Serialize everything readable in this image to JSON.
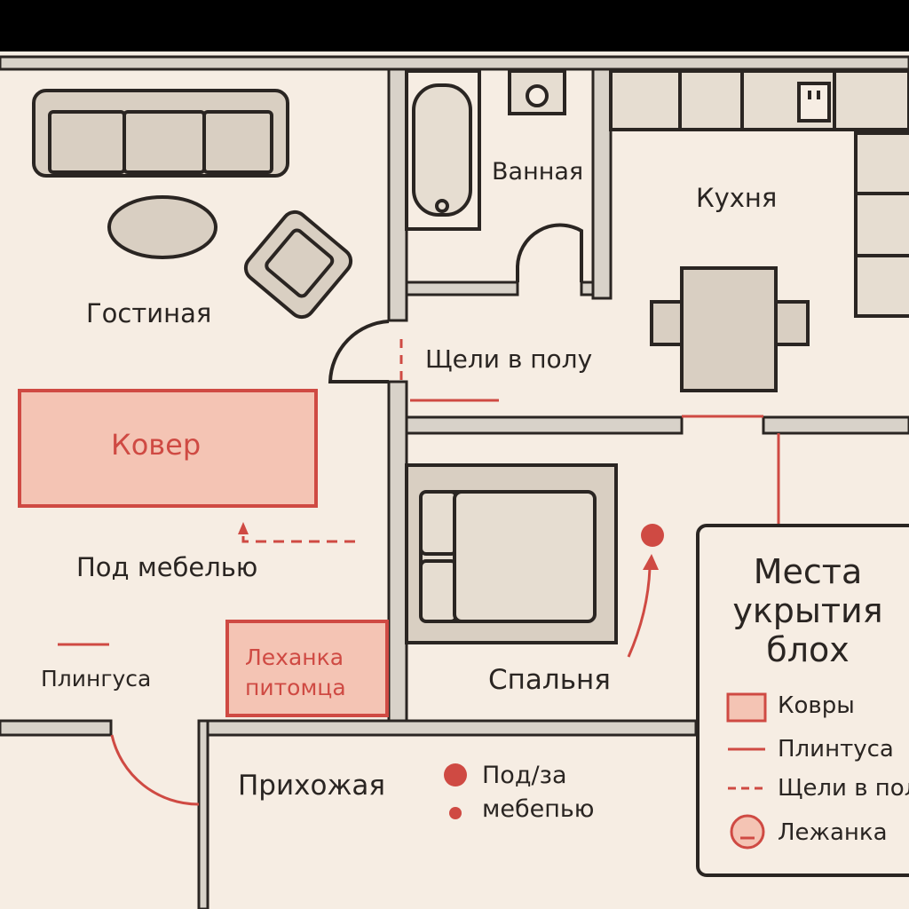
{
  "rooms": {
    "living": "Гостиная",
    "bathroom": "Ванная",
    "kitchen": "Кухня",
    "bedroom": "Спальня",
    "hallway": "Прихожая"
  },
  "annotations": {
    "rug": "Ковер",
    "under_furniture": "Под мебелью",
    "baseboards": "Плингуса",
    "pet_bed_line1": "Леханка",
    "pet_bed_line2": "питомца",
    "floor_gaps": "Щели в полу",
    "under_behind_line1": "Под/за",
    "under_behind_line2": "мебепью"
  },
  "legend": {
    "title_line1": "Места",
    "title_line2": "укрытия",
    "title_line3": "блох",
    "items": [
      {
        "label": "Ковры",
        "icon": "rug-swatch-icon"
      },
      {
        "label": "Плинтуса",
        "icon": "solid-line-icon"
      },
      {
        "label": "Щели в пол",
        "icon": "dashed-line-icon"
      },
      {
        "label": "Лежанка",
        "icon": "pet-bed-icon"
      }
    ]
  },
  "colors": {
    "background": "#f6ede3",
    "wall_fill": "#d8d2c9",
    "outline": "#2a2522",
    "furniture": "#d9cfc2",
    "accent_red": "#cf4a43",
    "rug_fill": "#f4c4b4"
  }
}
